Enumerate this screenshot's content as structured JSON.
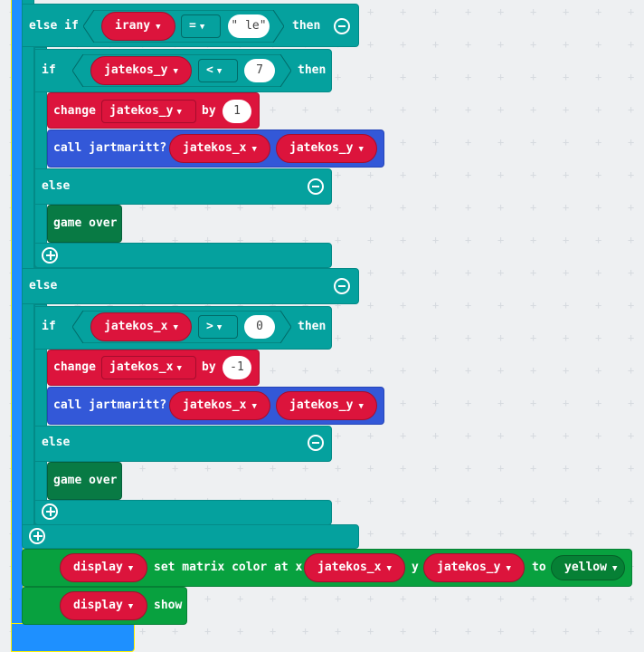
{
  "keywords": {
    "else_if": "else if",
    "if": "if",
    "then": "then",
    "else": "else",
    "change": "change",
    "by": "by",
    "call": "call jartmaritt?",
    "game_over": "game over",
    "display": "display",
    "set_matrix": "set matrix color at x",
    "y": "y",
    "to": "to",
    "show": "show"
  },
  "vars": {
    "irany": "irany",
    "jatekos_x": "jatekos_x",
    "jatekos_y": "jatekos_y"
  },
  "values": {
    "eq": "=",
    "lt": "<",
    "gt": ">",
    "le_string": "\" le\"",
    "seven": "7",
    "zero": "0",
    "one": "1",
    "minus_one": "-1",
    "yellow": "yellow"
  },
  "colors": {
    "logic": "#05a19e",
    "variables": "#dc143c",
    "functions": "#3358d8",
    "display": "#08a13f",
    "game": "#087a44",
    "container": "#1e90ff"
  }
}
